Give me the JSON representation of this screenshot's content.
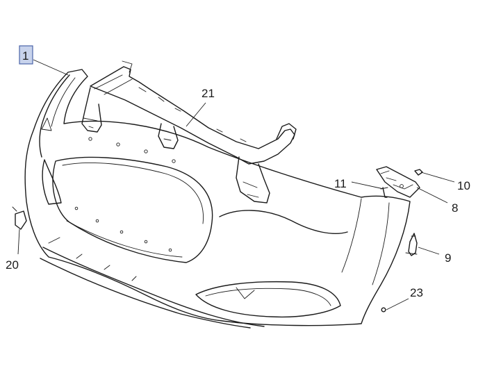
{
  "callouts": {
    "c1": "1",
    "c21": "21",
    "c11": "11",
    "c10": "10",
    "c8": "8",
    "c9": "9",
    "c20": "20",
    "c23": "23"
  },
  "colors": {
    "line": "#1a1a1a",
    "highlight_fill": "#c8d3ec",
    "highlight_stroke": "#4a63a8"
  }
}
